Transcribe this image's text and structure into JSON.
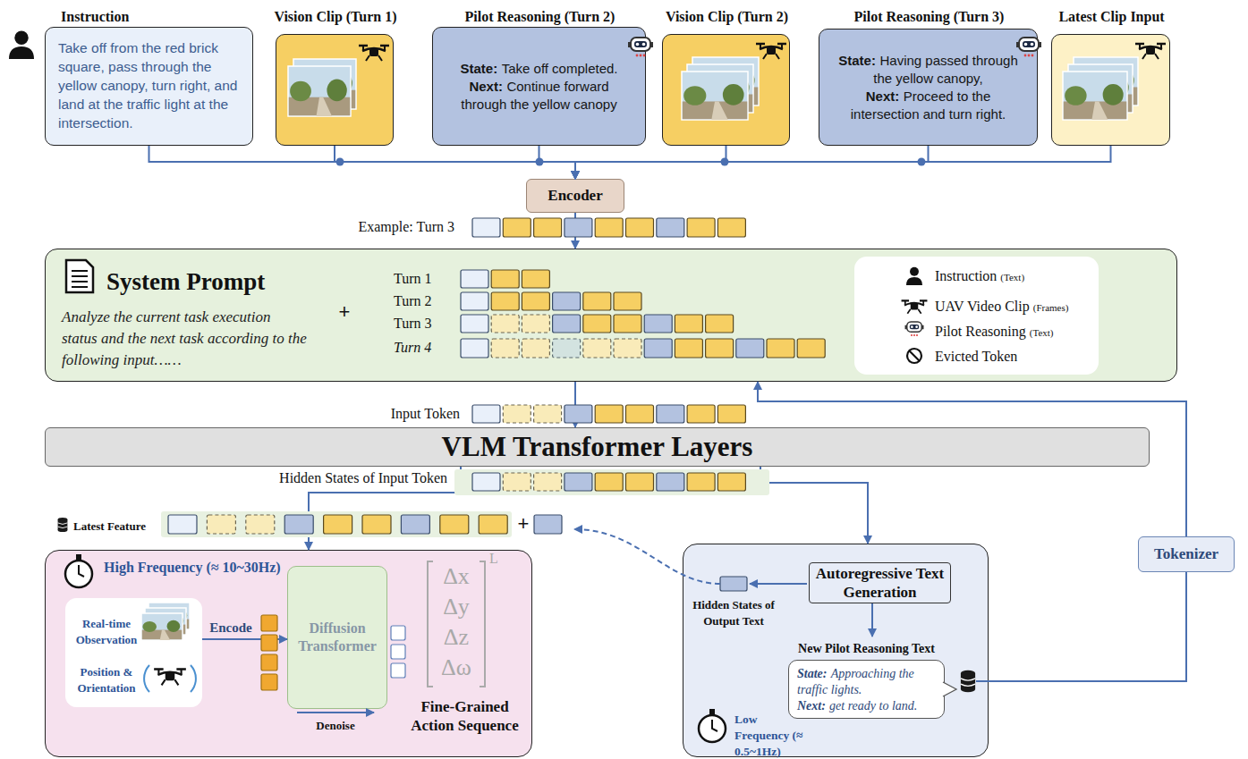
{
  "diagram": {
    "nodes": [
      {
        "text": [
          "Instruction",
          "Take off from the red brick square, pass through the yellow canopy, turn right, and land at the traffic light at the intersection."
        ]
      },
      {
        "text": [
          "Vision Clip (Turn 1)"
        ]
      },
      {
        "text": [
          "Pilot Reasoning (Turn 2)",
          "State:",
          "Take off completed.",
          "Next:",
          "Continue forward through the yellow canopy"
        ]
      },
      {
        "text": [
          "Vision Clip (Turn 2)"
        ]
      },
      {
        "text": [
          "Pilot Reasoning (Turn 3)",
          "State:",
          "Having passed through the yellow canopy,",
          "Next:",
          "Proceed to the intersection and turn right."
        ]
      },
      {
        "text": [
          "Latest Clip Input"
        ]
      },
      {
        "text": [
          "Encoder"
        ]
      },
      {
        "text": [
          "System Prompt",
          "Analyze the current task execution status and the next task according to the following input……"
        ]
      },
      {
        "text": [
          "VLM Transformer Layers"
        ]
      },
      {
        "text": [
          "High Frequency (≈ 10~30Hz)"
        ]
      },
      {
        "text": [
          "Real-time Observation",
          "Position & Orientation"
        ],
        "in": 9
      },
      {
        "text": [
          "Diffusion Transformer"
        ],
        "in": 9
      },
      {
        "text": [
          "Low Frequency (≈ 0.5~1Hz)"
        ]
      },
      {
        "text": [
          "Autoregressive Text Generation"
        ],
        "in": 12
      },
      {
        "text": [
          "New Pilot Reasoning Text",
          "State:",
          "Approaching the traffic lights.",
          "Next:",
          "get ready to land."
        ],
        "in": 12
      },
      {
        "text": [
          "Tokenizer"
        ]
      }
    ],
    "edges": [
      {
        "from": 0,
        "to": 6,
        "arrow": "to"
      },
      {
        "from": 1,
        "to": 6,
        "arrow": "to"
      },
      {
        "from": 2,
        "to": 6,
        "arrow": "to"
      },
      {
        "from": 3,
        "to": 6,
        "arrow": "to"
      },
      {
        "from": 4,
        "to": 6,
        "arrow": "to"
      },
      {
        "from": 5,
        "to": 6,
        "arrow": "to"
      },
      {
        "from": 6,
        "to": 7,
        "arrow": "to"
      },
      {
        "from": 7,
        "to": 8,
        "arrow": "to"
      },
      {
        "from": 8,
        "to": 9,
        "arrow": "to"
      },
      {
        "from": 8,
        "to": 12,
        "arrow": "to"
      },
      {
        "from": 10,
        "to": 11,
        "label": "Encode",
        "arrow": "to"
      },
      {
        "from": 13,
        "to": 14,
        "arrow": "to"
      },
      {
        "from": 12,
        "to": 15,
        "arrow": "none"
      },
      {
        "from": 15,
        "to": 7,
        "arrow": "to"
      }
    ],
    "labels": [
      "Example: Turn 3",
      "+",
      "Turn 1",
      "Turn 2",
      "Turn 3",
      "Turn 4",
      "(Text)",
      "(Frames)",
      "(Text)",
      "Input Token",
      "Hidden States of Input Token",
      "Latest Feature",
      "+",
      "Δx",
      "Δy",
      "Δz",
      "Δω",
      "L",
      "Denoise",
      "Fine-Grained Action Sequence",
      "Hidden States of Output Text"
    ],
    "legend": [
      {
        "text": "Instruction",
        "color": "#e9f0fa"
      },
      {
        "text": "UAV Video Clip",
        "color": "#f6cf63"
      },
      {
        "text": "Pilot Reasoning",
        "color": "#b3c2e0"
      },
      {
        "text": "Evicted Token"
      }
    ]
  }
}
